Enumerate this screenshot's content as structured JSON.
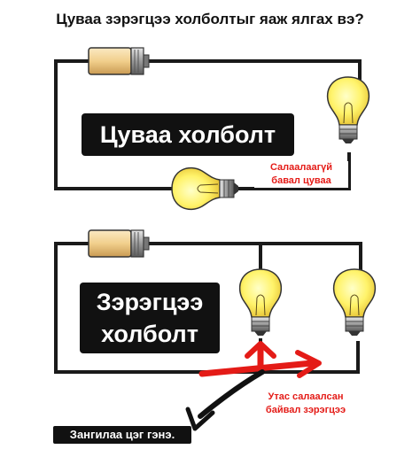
{
  "title": "Цуваа зэрэгцээ холболтыг яаж ялгах вэ?",
  "series": {
    "label": "Цуваа холболт",
    "note_line1": "Салаалаагүй",
    "note_line2": "бавал цуваа"
  },
  "parallel": {
    "label_line1": "Зэрэгцээ",
    "label_line2": "холболт",
    "note_line1": "Утас салаалсан",
    "note_line2": "байвал зэрэгцээ",
    "junction_label": "Зангилаа цэг гэнэ."
  },
  "colors": {
    "wire": "#1a1a1a",
    "arrow_red": "#e41b17",
    "bulb_glass": "#fff36a",
    "battery_body": "#f4d8a0"
  },
  "icons": [
    "battery-icon",
    "light-bulb-icon",
    "arrow-icon"
  ]
}
